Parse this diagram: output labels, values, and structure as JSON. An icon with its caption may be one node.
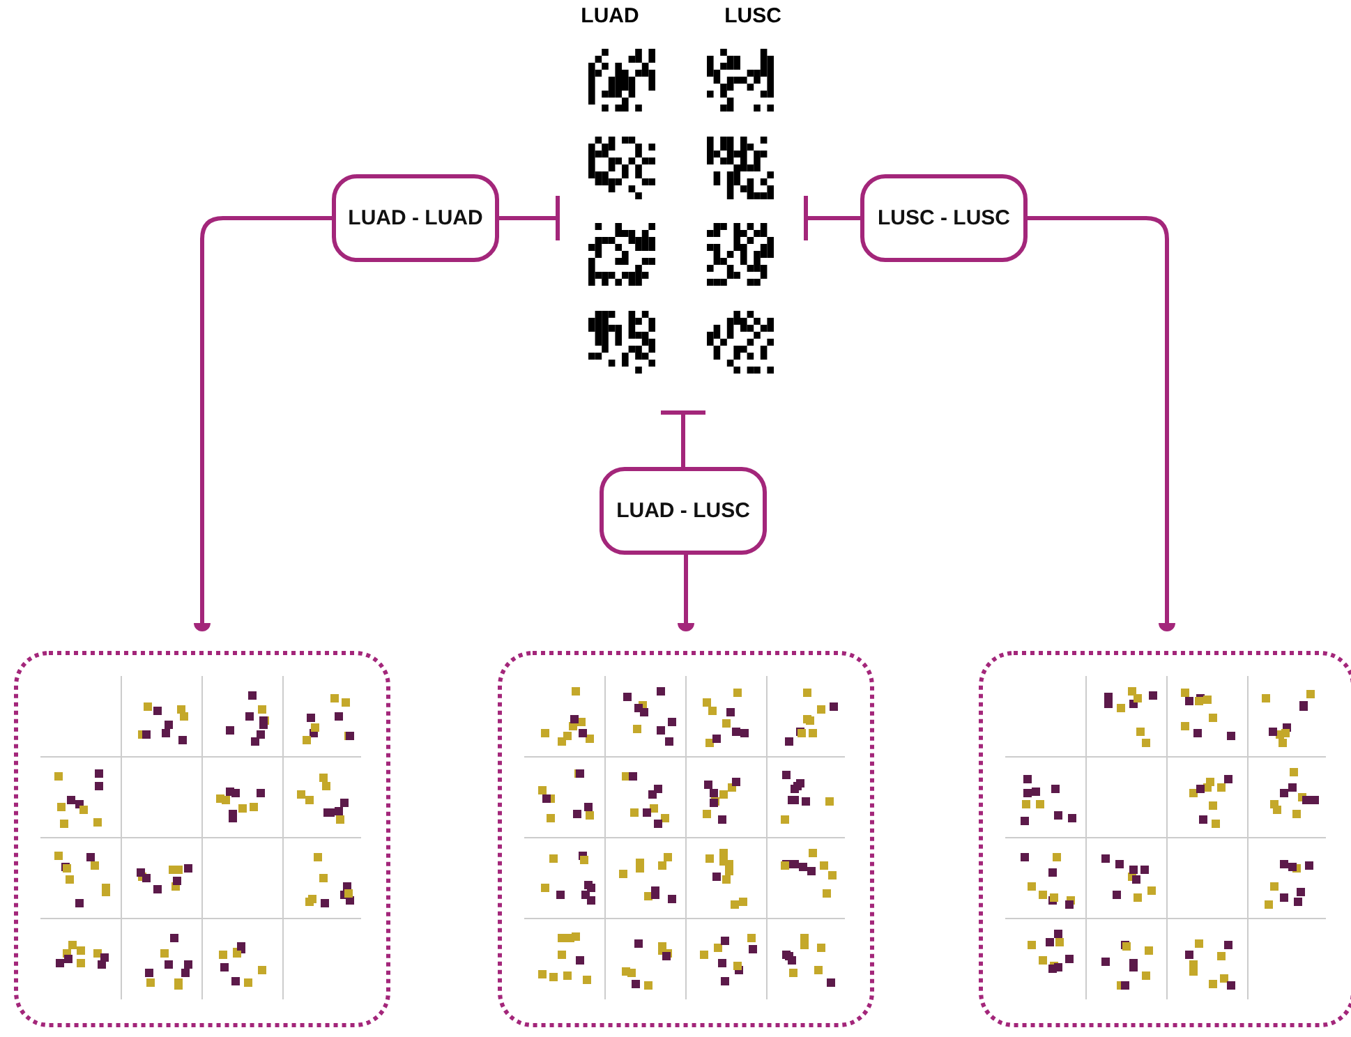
{
  "diagram": {
    "nodes": [
      {
        "text": [],
        "shape": "box"
      },
      {
        "text": [
          "LUAD"
        ],
        "in": 0
      },
      {
        "text": [
          "LUSC"
        ],
        "in": 0
      },
      {
        "text": [
          "LUAD - LUAD"
        ]
      },
      {
        "text": [
          "LUSC - LUSC"
        ]
      },
      {
        "text": [
          "LUAD - LUSC"
        ]
      },
      {
        "text": [],
        "shape": "picture"
      },
      {
        "text": [],
        "shape": "picture"
      },
      {
        "text": [],
        "shape": "picture"
      }
    ],
    "edges": [
      {
        "from": 3,
        "to": 1,
        "arrow": "other"
      },
      {
        "from": 4,
        "to": 2,
        "arrow": "other"
      },
      {
        "from": 5,
        "to": 0,
        "arrow": "other"
      },
      {
        "from": 3,
        "to": 6,
        "arrow": "other"
      },
      {
        "from": 5,
        "to": 7,
        "arrow": "other"
      },
      {
        "from": 4,
        "to": 8,
        "arrow": "other"
      }
    ]
  }
}
